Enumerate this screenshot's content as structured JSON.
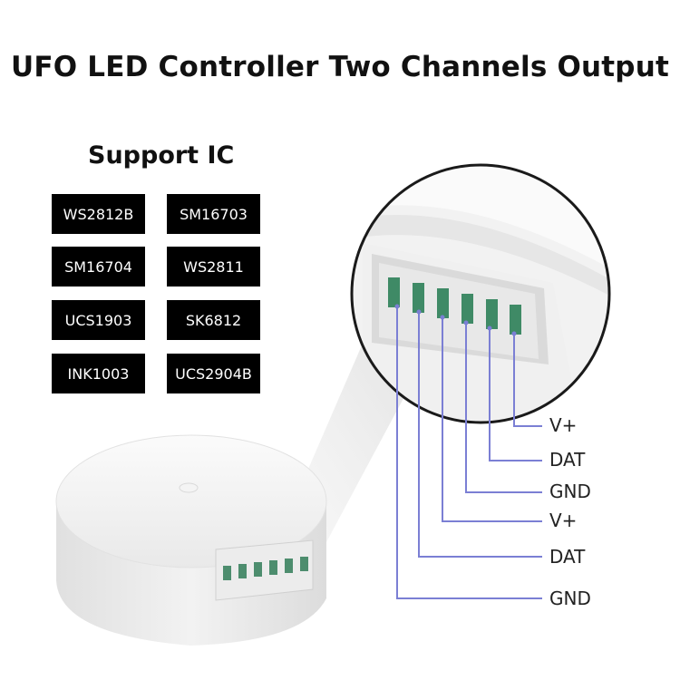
{
  "title": "UFO LED Controller Two Channels Output",
  "support_ic": {
    "heading": "Support IC",
    "chips": [
      "WS2812B",
      "SM16703",
      "SM16704",
      "WS2811",
      "UCS1903",
      "SK6812",
      "INK1003",
      "UCS2904B"
    ]
  },
  "pin_labels": [
    "V+",
    "DAT",
    "GND",
    "V+",
    "DAT",
    "GND"
  ],
  "colors": {
    "badge_background": "#000000",
    "badge_text": "#ffffff",
    "wire": "#7b7fd4",
    "terminal_green": "#5a9a7a"
  }
}
